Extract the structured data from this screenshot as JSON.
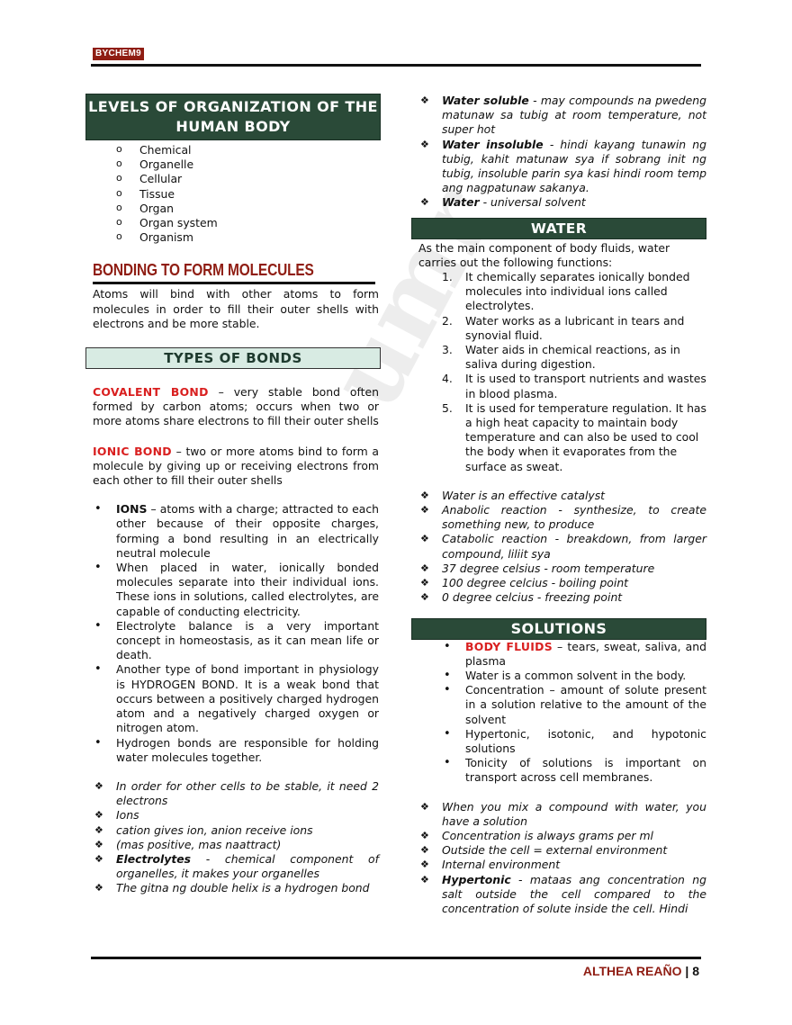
{
  "header": {
    "brand": "BYCHEM9"
  },
  "footer": {
    "author": "ALTHEA REAÑO",
    "separator": " | ",
    "page": "8"
  },
  "watermark": "umr",
  "left": {
    "levels_title": "LEVELS OF ORGANIZATION OF THE HUMAN BODY",
    "levels": [
      "Chemical",
      "Organelle",
      "Cellular",
      "Tissue",
      "Organ",
      "Organ system",
      "Organism"
    ],
    "bonding_title": "BONDING TO FORM MOLECULES",
    "bonding_text": "Atoms will bind with other atoms to form molecules in order to fill their outer shells with electrons and be more stable.",
    "types_title": "TYPES OF BONDS",
    "covalent_term": "COVALENT BOND",
    "covalent_text": " – very stable bond often formed by carbon atoms; occurs when two or more atoms share electrons to fill their outer shells",
    "ionic_term": "IONIC BOND",
    "ionic_text": " – two or more atoms bind to form a molecule by giving up or receiving electrons from each other to fill their outer shells",
    "ions_term": "IONS",
    "ions_text": " – atoms with a charge; attracted to each other because of their opposite charges, forming a bond resulting in an electrically neutral molecule",
    "bullets": [
      "When placed in water, ionically bonded molecules separate into their individual ions. These ions in solutions, called electrolytes, are capable of conducting electricity.",
      "Electrolyte balance is a very important concept in homeostasis, as it can mean life or death.",
      "Another type of bond important in physiology is HYDROGEN BOND. It is a weak bond that occurs between a positively charged hydrogen atom and a negatively charged oxygen or nitrogen atom.",
      "Hydrogen bonds are responsible for holding water molecules together."
    ],
    "notes_a": [
      "In order for other cells to be stable, it need 2 electrons",
      "Ions",
      "cation gives ion, anion receive ions",
      "(mas positive, mas naattract)"
    ],
    "electrolytes_term": "Electrolytes",
    "electrolytes_text": " - chemical component of organelles, it makes your organelles",
    "note_last": "The gitna ng double helix is a hydrogen bond"
  },
  "right": {
    "ws_term": "Water soluble",
    "ws_text": " - may compounds na pwedeng matunaw sa tubig at room temperature, not super hot",
    "wi_term": "Water insoluble",
    "wi_text": " - hindi kayang tunawin ng tubig, kahit matunaw sya if sobrang init ng tubig, insoluble parin sya kasi hindi room temp ang nagpatunaw sakanya.",
    "w_term": "Water",
    "w_text": " - universal solvent",
    "water_title": "WATER",
    "water_intro": "As the main component of body fluids, water carries out the following functions:",
    "functions": [
      {
        "n": "1.",
        "t": "It chemically separates ionically bonded molecules into individual ions called electrolytes."
      },
      {
        "n": "2.",
        "t": "Water works as a lubricant in tears and synovial fluid."
      },
      {
        "n": "3.",
        "t": "Water aids in chemical reactions, as in saliva during digestion."
      },
      {
        "n": "4.",
        "t": "It is used to transport nutrients and wastes in blood plasma."
      },
      {
        "n": "5.",
        "t": "It is used for temperature regulation. It has a high heat capacity to maintain body temperature and can also be used to cool the body when it evaporates from the surface as sweat."
      }
    ],
    "water_notes": [
      "Water is an effective catalyst",
      "Anabolic reaction - synthesize, to create something new, to produce",
      "Catabolic reaction - breakdown, from larger compound, liliit sya",
      "37 degree celsius - room temperature",
      "100 degree celcius - boiling point",
      "0 degree celcius - freezing point"
    ],
    "solutions_title": "SOLUTIONS",
    "bf_term": "BODY FLUIDS",
    "bf_text": " – tears, sweat, saliva, and plasma",
    "sol_bullets": [
      "Water is a common solvent in the body.",
      "Concentration – amount of solute present in a solution relative to the amount of the solvent",
      "Hypertonic, isotonic, and hypotonic solutions",
      "Tonicity of solutions is important on transport across cell membranes."
    ],
    "sol_notes": [
      "When you mix a compound with water, you have a solution",
      "Concentration is always grams per ml",
      "Outside the cell = external environment",
      "Internal environment"
    ],
    "hyper_term": "Hypertonic",
    "hyper_text": " - mataas ang concentration ng salt outside the cell compared to the concentration of solute inside the cell. Hindi"
  }
}
